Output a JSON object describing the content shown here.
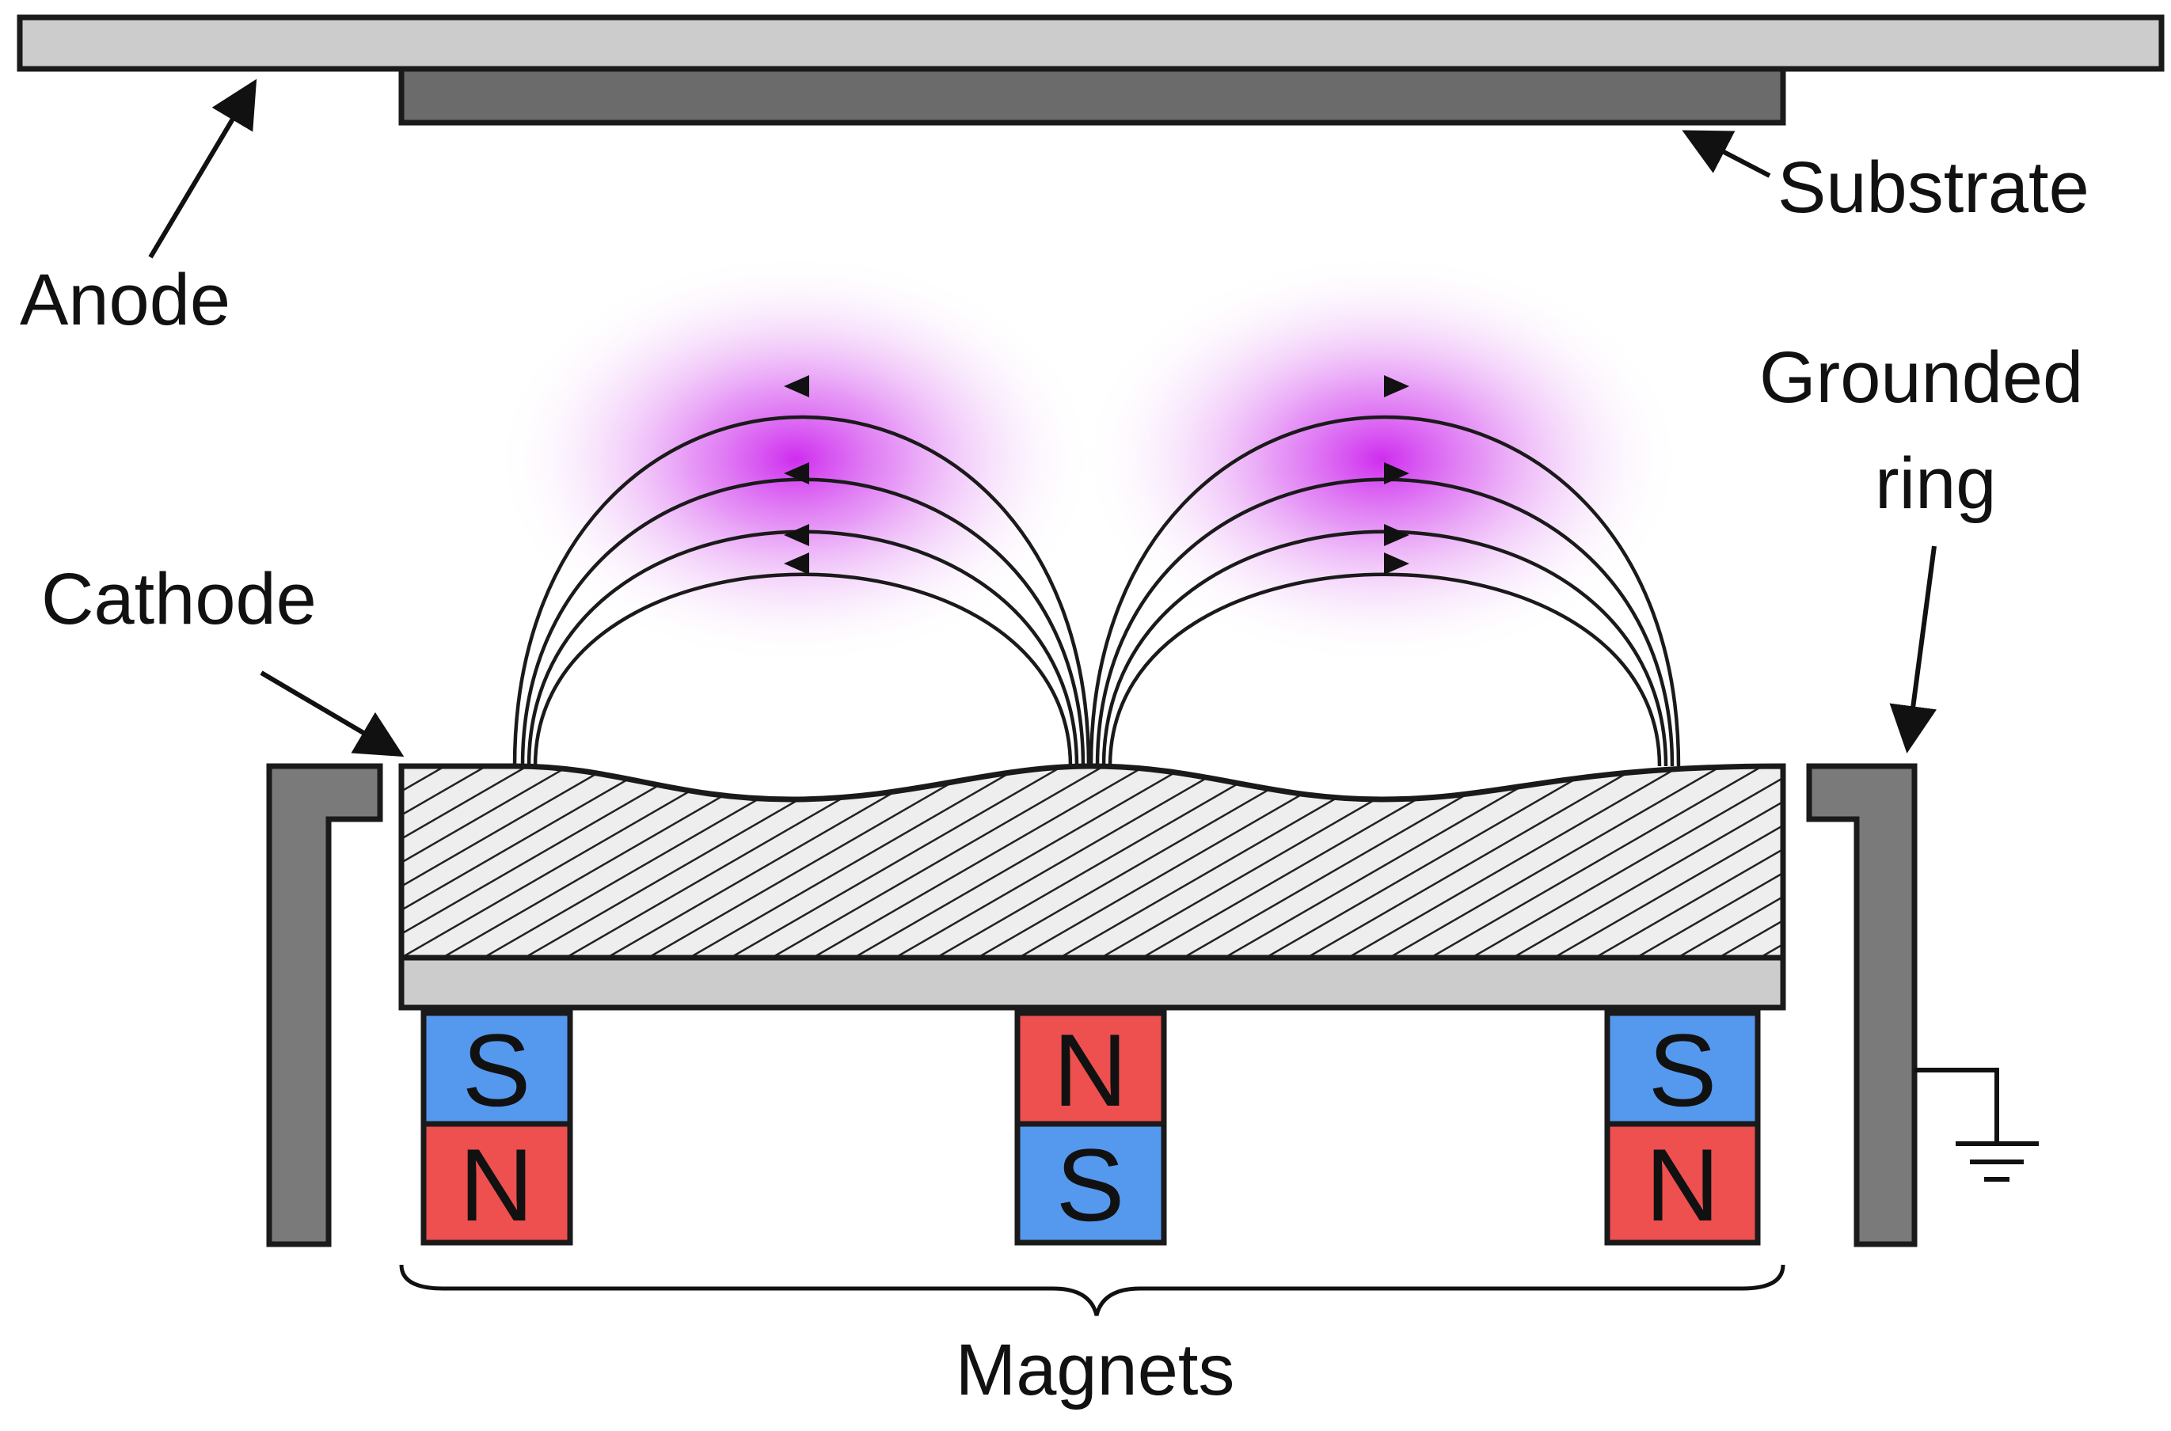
{
  "labels": {
    "anode": "Anode",
    "substrate": "Substrate",
    "grounded_ring_line1": "Grounded",
    "grounded_ring_line2": "ring",
    "cathode": "Cathode",
    "magnets": "Magnets"
  },
  "magnets": [
    {
      "top": "S",
      "bottom": "N"
    },
    {
      "top": "N",
      "bottom": "S"
    },
    {
      "top": "S",
      "bottom": "N"
    }
  ],
  "colors": {
    "anode_plate": "#cccccc",
    "substrate": "#6b6b6b",
    "cathode_target": "#e8e8e8",
    "backing_plate": "#cccccc",
    "grounded_ring": "#7a7a7a",
    "magnet_south": "#5599ee",
    "magnet_north": "#ee4f4f",
    "plasma": "#cc22ee"
  }
}
